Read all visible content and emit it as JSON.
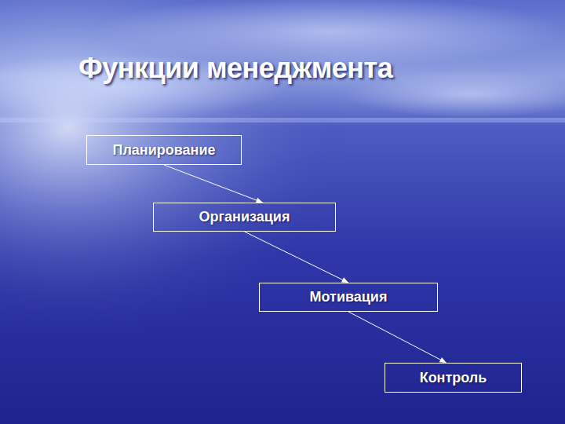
{
  "diagram": {
    "title": "Функции менеджмента",
    "nodes": [
      {
        "text": [
          "Планирование"
        ]
      },
      {
        "text": [
          "Организация"
        ]
      },
      {
        "text": [
          "Мотивация"
        ]
      },
      {
        "text": [
          "Контроль"
        ]
      }
    ],
    "edges": [
      {
        "from": 0,
        "to": 1,
        "arrow": "to"
      },
      {
        "from": 1,
        "to": 2,
        "arrow": "to"
      },
      {
        "from": 2,
        "to": 3,
        "arrow": "to"
      }
    ]
  }
}
